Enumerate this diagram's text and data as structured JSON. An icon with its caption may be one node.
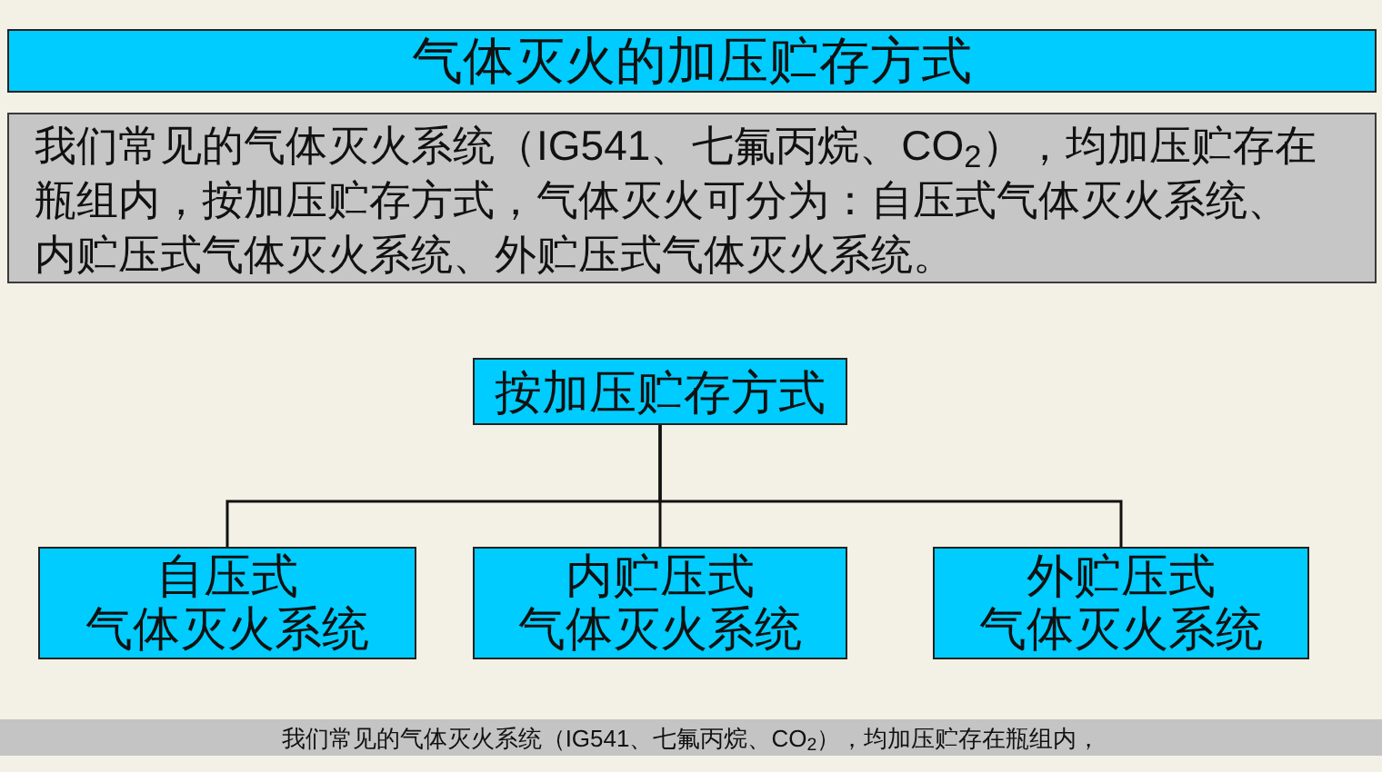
{
  "diagram": {
    "title": "气体灭火的加压贮存方式",
    "caption": "我们常见的气体灭火系统（IG541、七氟丙烷、CO$_{2}$），均加压贮存在瓶组内，",
    "nodes": [
      {
        "text": [
          "我们常见的气体灭火系统（IG541、七氟丙烷、CO$_{2}$），均加压贮存在瓶组内，按加压贮存方式，气体灭火可分为：自压式气体灭火系统、内贮压式气体灭火系统、外贮压式气体灭火系统。"
        ]
      },
      {
        "text": [
          "按加压贮存方式"
        ]
      },
      {
        "text": [
          "自压式",
          "气体灭火系统"
        ]
      },
      {
        "text": [
          "内贮压式",
          "气体灭火系统"
        ]
      },
      {
        "text": [
          "外贮压式",
          "气体灭火系统"
        ]
      }
    ],
    "edges": [
      {
        "from": 1,
        "to": 2,
        "arrow": "none"
      },
      {
        "from": 1,
        "to": 3,
        "arrow": "none"
      },
      {
        "from": 1,
        "to": 4,
        "arrow": "none"
      }
    ]
  }
}
